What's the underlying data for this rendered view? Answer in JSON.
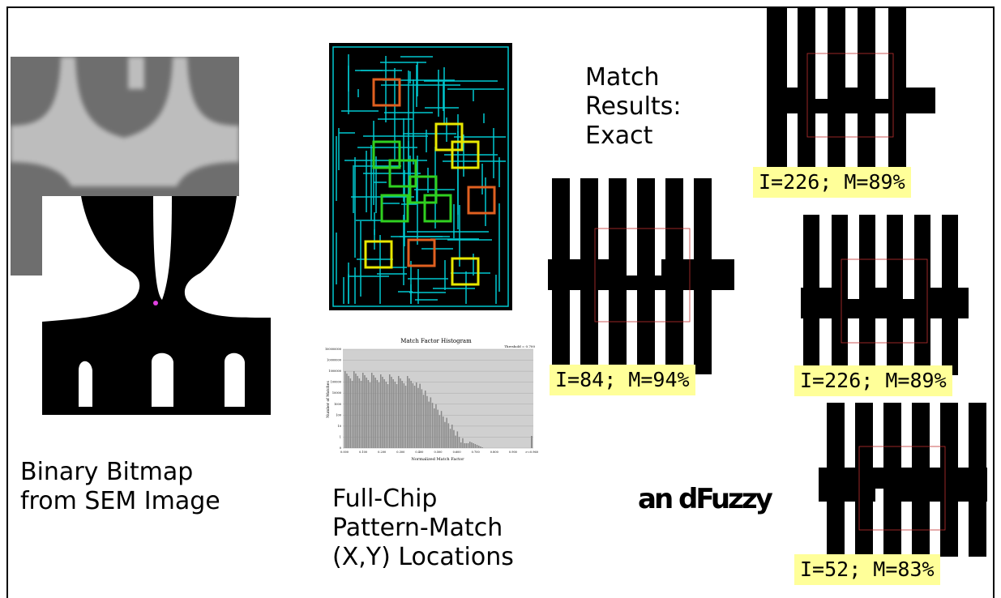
{
  "labels": {
    "binary_bitmap": [
      "Binary Bitmap",
      "from SEM Image"
    ],
    "full_chip": [
      "Full-Chip",
      "Pattern-Match",
      "(X,Y) Locations"
    ],
    "match_results": [
      "Match",
      "Results:",
      "Exact"
    ],
    "fuzzy": "an dFuzzy"
  },
  "histogram": {
    "title": "Match Factor Histogram",
    "threshold_note": "Threshold = 0.700",
    "xlabel": "Normalized Match Factor",
    "ylabel": "Number of Matches",
    "x_ticks": [
      "0.000",
      "0.100",
      "0.200",
      "0.300",
      "0.400",
      "0.500",
      "0.600",
      "0.700",
      "0.800",
      "0.900",
      ">=0.960"
    ],
    "y_ticks": [
      "100000000",
      "10000000",
      "1000000",
      "100000",
      "10000",
      "1000",
      "100",
      "10",
      "1",
      "0"
    ]
  },
  "matches": [
    {
      "id": "exact",
      "label": "I=84; M=94%"
    },
    {
      "id": "top-right",
      "label": "I=226; M=89%"
    },
    {
      "id": "mid-right",
      "label": "I=226; M=89%"
    },
    {
      "id": "bottom-right",
      "label": "I=52; M=83%"
    }
  ],
  "colors": {
    "badge_bg": "#ffff99",
    "chip_bg": "#000000",
    "chip_lines": "#00c8d0",
    "box_orange": "#e06020",
    "box_yellow": "#e8e800",
    "box_green": "#30d020",
    "sem_dark": "#6e6e6e",
    "sem_light": "#bdbdbd"
  }
}
